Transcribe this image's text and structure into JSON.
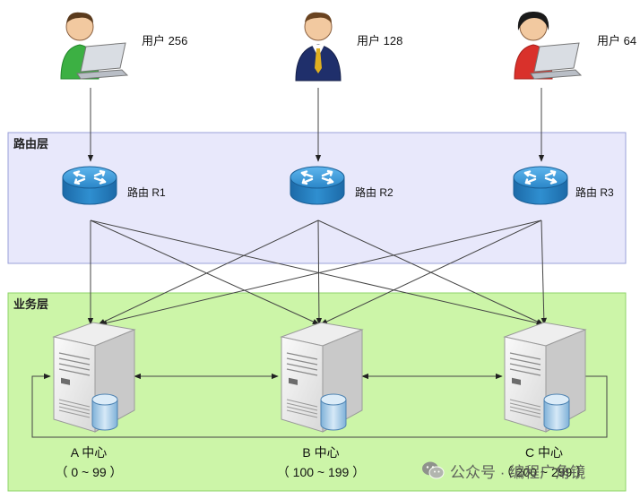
{
  "layers": {
    "routing": {
      "title": "路由层",
      "fill": "#e8e8fb",
      "stroke": "#9aa0d8"
    },
    "business": {
      "title": "业务层",
      "fill": "#ccf5a8",
      "stroke": "#8fd46a"
    }
  },
  "users": [
    {
      "label": "用户 256",
      "icon": "user-green-laptop-icon",
      "shirt": "#3cb043"
    },
    {
      "label": "用户 128",
      "icon": "user-suit-icon",
      "shirt": "#1f2f6b"
    },
    {
      "label": "用户 64",
      "icon": "user-red-laptop-icon",
      "shirt": "#d9312b"
    }
  ],
  "routers": [
    {
      "label": "路由 R1"
    },
    {
      "label": "路由 R2"
    },
    {
      "label": "路由 R3"
    }
  ],
  "centers": [
    {
      "name": "A 中心",
      "range": "（  0 ~ 99  ）"
    },
    {
      "name": "B 中心",
      "range": "（  100 ~ 199  ）"
    },
    {
      "name": "C 中心",
      "range": "（  200 ~ 299  ）"
    }
  ],
  "watermark": {
    "text": "公众号 · 编程广角镜",
    "icon": "wechat-icon"
  },
  "colors": {
    "router": "#2f8fd0",
    "line": "#444444"
  }
}
